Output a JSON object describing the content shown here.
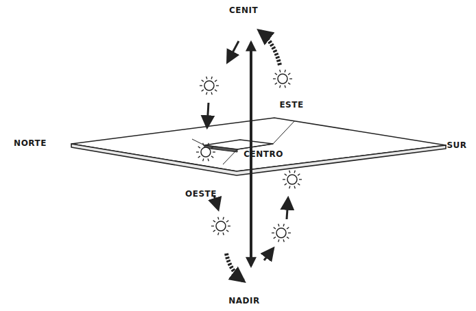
{
  "diagram": {
    "labels": [
      "CENIT",
      "ESTE",
      "NORTE",
      "CENTRO",
      "SUR",
      "OESTE",
      "NADIR"
    ]
  }
}
